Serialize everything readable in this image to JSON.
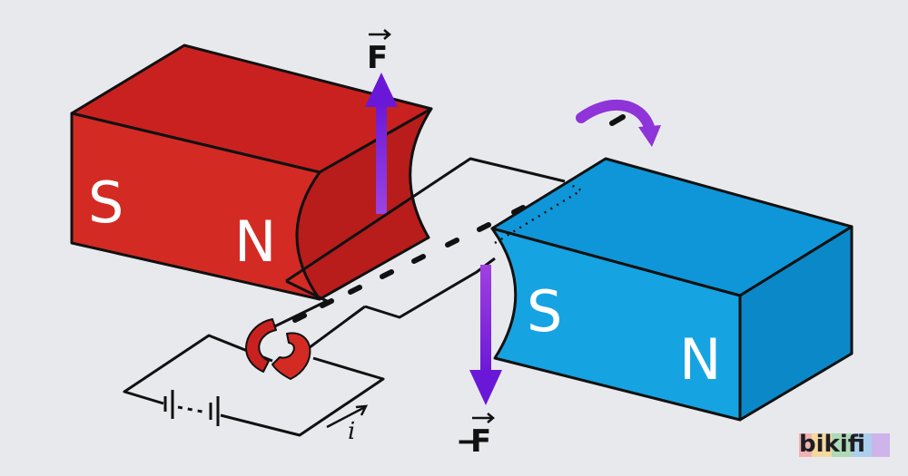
{
  "diagram": {
    "labels": {
      "force_up": "F",
      "force_down": "F",
      "force_down_sign": "−",
      "current": "i"
    },
    "left_magnet": {
      "pole_outer": "S",
      "pole_inner": "N",
      "color": "#d42a24"
    },
    "right_magnet": {
      "pole_inner": "S",
      "pole_outer": "N",
      "color": "#16a3e1"
    },
    "force_color": "#7a22d6",
    "rotation_arrow_color": "#8f34d8",
    "brand": "bikifi"
  }
}
